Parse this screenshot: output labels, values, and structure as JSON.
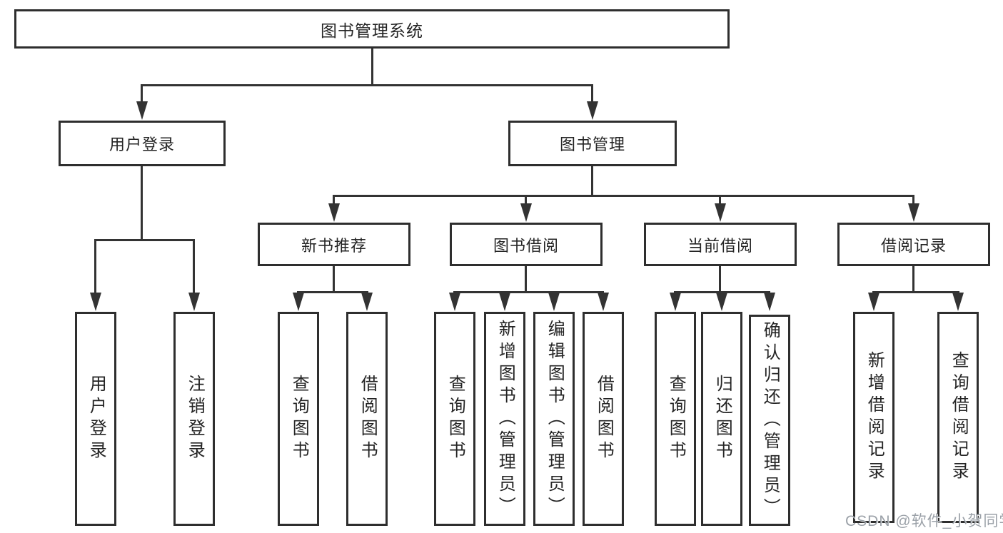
{
  "page": {
    "background": "#ffffff",
    "line_color": "#333333",
    "box_border_color": "#2e2e2e"
  },
  "tree": {
    "root": {
      "label": "图书管理系统"
    },
    "user_login": {
      "label": "用户登录",
      "children": [
        {
          "label": "用户登录"
        },
        {
          "label": "注销登录"
        }
      ]
    },
    "book_management": {
      "label": "图书管理",
      "children": [
        {
          "label": "新书推荐",
          "children": [
            {
              "label": "查询图书"
            },
            {
              "label": "借阅图书"
            }
          ]
        },
        {
          "label": "图书借阅",
          "children": [
            {
              "label": "查询图书"
            },
            {
              "label": "新增图书（管理员）"
            },
            {
              "label": "编辑图书（管理员）"
            },
            {
              "label": "借阅图书"
            }
          ]
        },
        {
          "label": "当前借阅",
          "children": [
            {
              "label": "查询图书"
            },
            {
              "label": "归还图书"
            },
            {
              "label": "确认归还（管理员）"
            }
          ]
        },
        {
          "label": "借阅记录",
          "children": [
            {
              "label": "新增借阅记录"
            },
            {
              "label": "查询借阅记录"
            }
          ]
        }
      ]
    }
  },
  "watermark": {
    "text": "CSDN @软件_小贺同学"
  }
}
